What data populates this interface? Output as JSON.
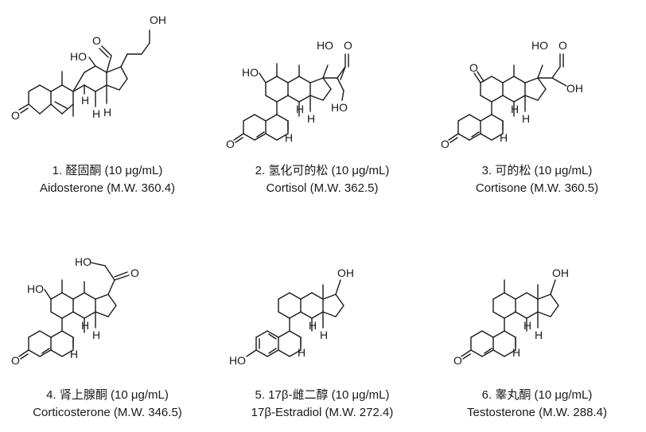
{
  "compounds": [
    {
      "index": "1.",
      "chinese": "醛固酮",
      "concentration": "(10 μg/mL)",
      "english": "Aidosterone",
      "mw": "(M.W. 360.4)",
      "atom_labels": {
        "oh_top": "OH",
        "o_ald": "O",
        "ho_c11": "HO",
        "h_c8": "H",
        "h_c9": "H",
        "h_c14": "H",
        "o_c3": "O"
      }
    },
    {
      "index": "2.",
      "chinese": "氢化可的松",
      "concentration": "(10 μg/mL)",
      "english": "Cortisol",
      "mw": "(M.W. 362.5)",
      "atom_labels": {
        "ho_c11": "HO",
        "ho_c17": "HO",
        "o_c20": "O",
        "ho_c21": "HO",
        "h_c8": "H",
        "h_c9": "H",
        "h_c14": "H",
        "o_c3": "O"
      }
    },
    {
      "index": "3.",
      "chinese": "可的松",
      "concentration": "(10 μg/mL)",
      "english": "Cortisone",
      "mw": "(M.W. 360.5)",
      "atom_labels": {
        "o_c11": "O",
        "ho_c17": "HO",
        "o_c20": "O",
        "oh_c21": "OH",
        "h_c8": "H",
        "h_c9": "H",
        "h_c14": "H",
        "o_c3": "O"
      }
    },
    {
      "index": "4.",
      "chinese": "肾上腺酮",
      "concentration": "(10 μg/mL)",
      "english": "Corticosterone",
      "mw": "(M.W. 346.5)",
      "atom_labels": {
        "ho_c21": "HO",
        "o_c20": "O",
        "ho_c11": "HO",
        "h_c8": "H",
        "h_c9": "H",
        "h_c14": "H",
        "o_c3": "O"
      }
    },
    {
      "index": "5.",
      "chinese": "17β-雌二醇",
      "concentration": "(10 μg/mL)",
      "english": "17β-Estradiol",
      "mw": "(M.W. 272.4)",
      "atom_labels": {
        "oh_c17": "OH",
        "ho_c3": "HO",
        "h_c8": "H",
        "h_c9": "H",
        "h_c14": "H"
      }
    },
    {
      "index": "6.",
      "chinese": "睾丸酮",
      "concentration": "(10 μg/mL)",
      "english": "Testosterone",
      "mw": "(M.W. 288.4)",
      "atom_labels": {
        "oh_c17": "OH",
        "h_c8": "H",
        "h_c9": "H",
        "h_c14": "H",
        "o_c3": "O"
      }
    }
  ]
}
